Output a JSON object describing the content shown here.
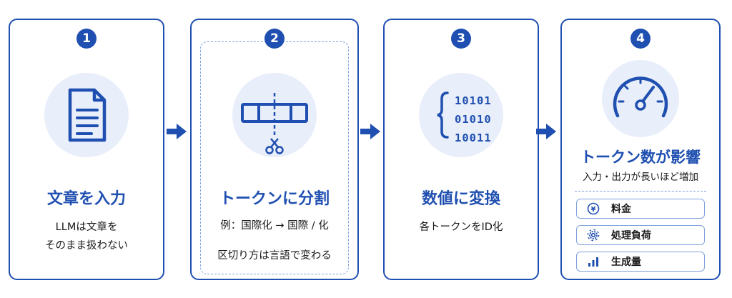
{
  "steps": [
    {
      "number": "1",
      "icon": "document-icon",
      "title": "文章を入力",
      "lines": [
        "LLMは文章を",
        "そのまま扱わない"
      ]
    },
    {
      "number": "2",
      "icon": "token-scissors-icon",
      "title": "トークンに分割",
      "lines": [
        "例：国際化 → 国際 / 化",
        "区切り方は言語で変わる"
      ]
    },
    {
      "number": "3",
      "icon": "binary-icon",
      "title": "数値に変換",
      "binary": [
        "10101",
        "01010",
        "10011"
      ],
      "lines": [
        "各トークンをID化"
      ]
    },
    {
      "number": "4",
      "icon": "gauge-icon",
      "title": "トークン数が影響",
      "lines": [
        "入力・出力が長いほど増加"
      ],
      "items": [
        {
          "icon": "yen-icon",
          "label": "料金"
        },
        {
          "icon": "gear-icon",
          "label": "処理負荷"
        },
        {
          "icon": "bar-chart-icon",
          "label": "生成量"
        }
      ]
    }
  ],
  "colors": {
    "accent": "#1f4fb0",
    "light": "#e8eefa",
    "dash": "#7fa1dd"
  }
}
